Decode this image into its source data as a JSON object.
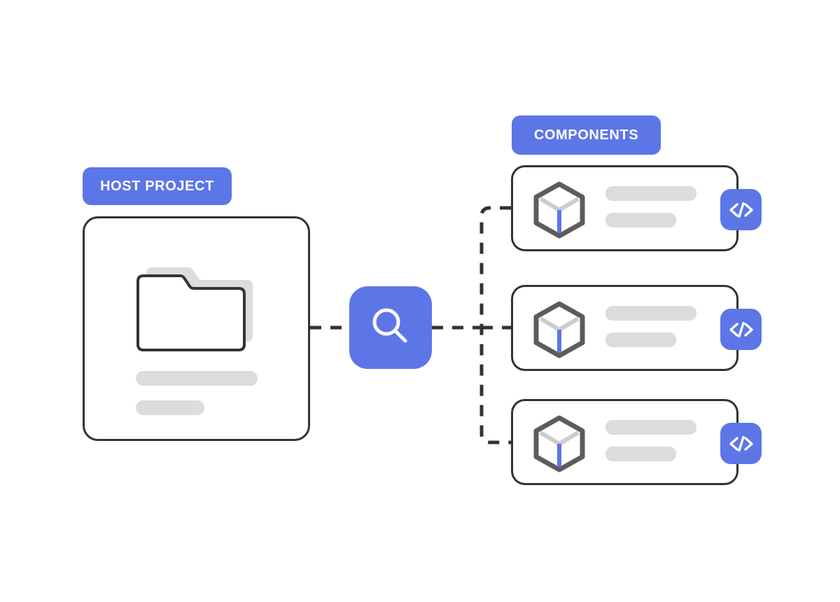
{
  "diagram": {
    "type": "flow-diagram",
    "background_color": "#ffffff",
    "accent_color": "#5c76e8",
    "outline_color": "#333333",
    "skeleton_color": "#dcdcdc",
    "host": {
      "badge_label": "HOST PROJECT",
      "folder_icon_name": "folder-stack-icon",
      "skeleton_bars": [
        {
          "name": "host-skeleton-bar-long"
        },
        {
          "name": "host-skeleton-bar-short"
        }
      ]
    },
    "search": {
      "icon_name": "search-icon",
      "label": ""
    },
    "components": {
      "badge_label": "COMPONENTS",
      "cards": [
        {
          "cube_icon_name": "cube-icon",
          "code_icon_name": "code-icon",
          "code_glyph": "</>",
          "bars": [
            "long",
            "short"
          ]
        },
        {
          "cube_icon_name": "cube-icon",
          "code_icon_name": "code-icon",
          "code_glyph": "</>",
          "bars": [
            "long",
            "short"
          ]
        },
        {
          "cube_icon_name": "cube-icon",
          "code_icon_name": "code-icon",
          "code_glyph": "</>",
          "bars": [
            "long",
            "short"
          ]
        }
      ]
    },
    "connectors": {
      "style": "dashed",
      "color": "#333333",
      "description": "host project connects to search node, search node branches to three component cards"
    }
  }
}
